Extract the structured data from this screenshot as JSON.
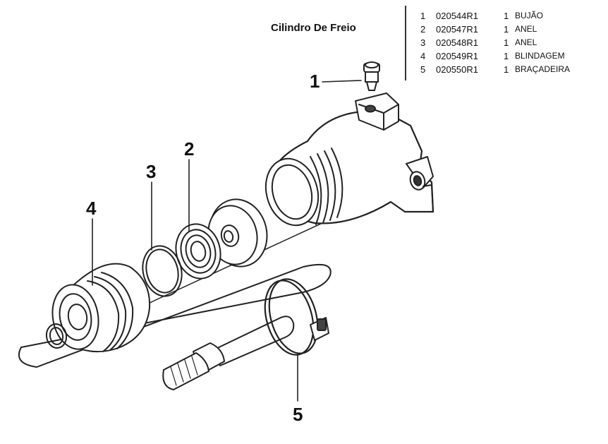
{
  "title": "Cilindro De Freio",
  "parts": [
    {
      "num": "1",
      "code": "020544R1",
      "qty": "1",
      "desc": "BUJÃO"
    },
    {
      "num": "2",
      "code": "020547R1",
      "qty": "1",
      "desc": "ANEL"
    },
    {
      "num": "3",
      "code": "020548R1",
      "qty": "1",
      "desc": "ANEL"
    },
    {
      "num": "4",
      "code": "020549R1",
      "qty": "1",
      "desc": "BLINDAGEM"
    },
    {
      "num": "5",
      "code": "020550R1",
      "qty": "1",
      "desc": "BRAÇADEIRA"
    }
  ],
  "callouts": {
    "c1": "1",
    "c2": "2",
    "c3": "3",
    "c4": "4",
    "c5": "5"
  }
}
